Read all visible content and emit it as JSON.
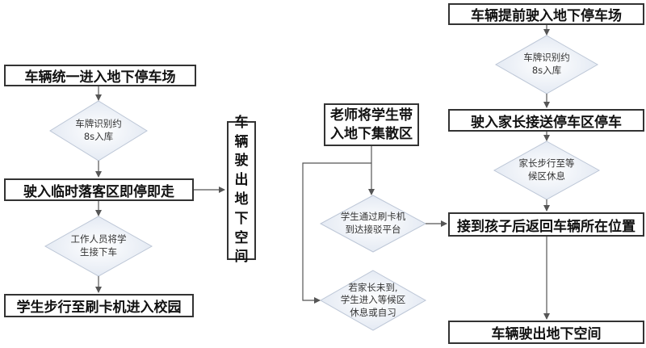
{
  "left": {
    "start": "车辆统一进入地下停车场",
    "d1": [
      "车牌识别约",
      "8s入库"
    ],
    "drop": "驶入临时落客区即停即走",
    "exit_vertical": "车辆驶出地下空间",
    "d2": [
      "工作人员将学",
      "生接下车"
    ],
    "end": "学生步行至刷卡机进入校园"
  },
  "middle": {
    "teacher": [
      "老师将学生带",
      "入地下集散区"
    ],
    "d3": [
      "学生通过刷卡机",
      "到达接驳平台"
    ],
    "d4": [
      "若家长未到,",
      "学生进入等候区",
      "休息或自习"
    ]
  },
  "right": {
    "start": "车辆提前驶入地下停车场",
    "d5": [
      "车牌识别约",
      "8s入库"
    ],
    "park": "驶入家长接送停车区停车",
    "d6": [
      "家长步行至等",
      "候区休息"
    ],
    "pickup": "接到孩子后返回车辆所在位置",
    "end": "车辆驶出地下空间"
  },
  "colors": {
    "diamond_fill": "#e8eef7",
    "line": "#555555",
    "border": "#333333"
  }
}
